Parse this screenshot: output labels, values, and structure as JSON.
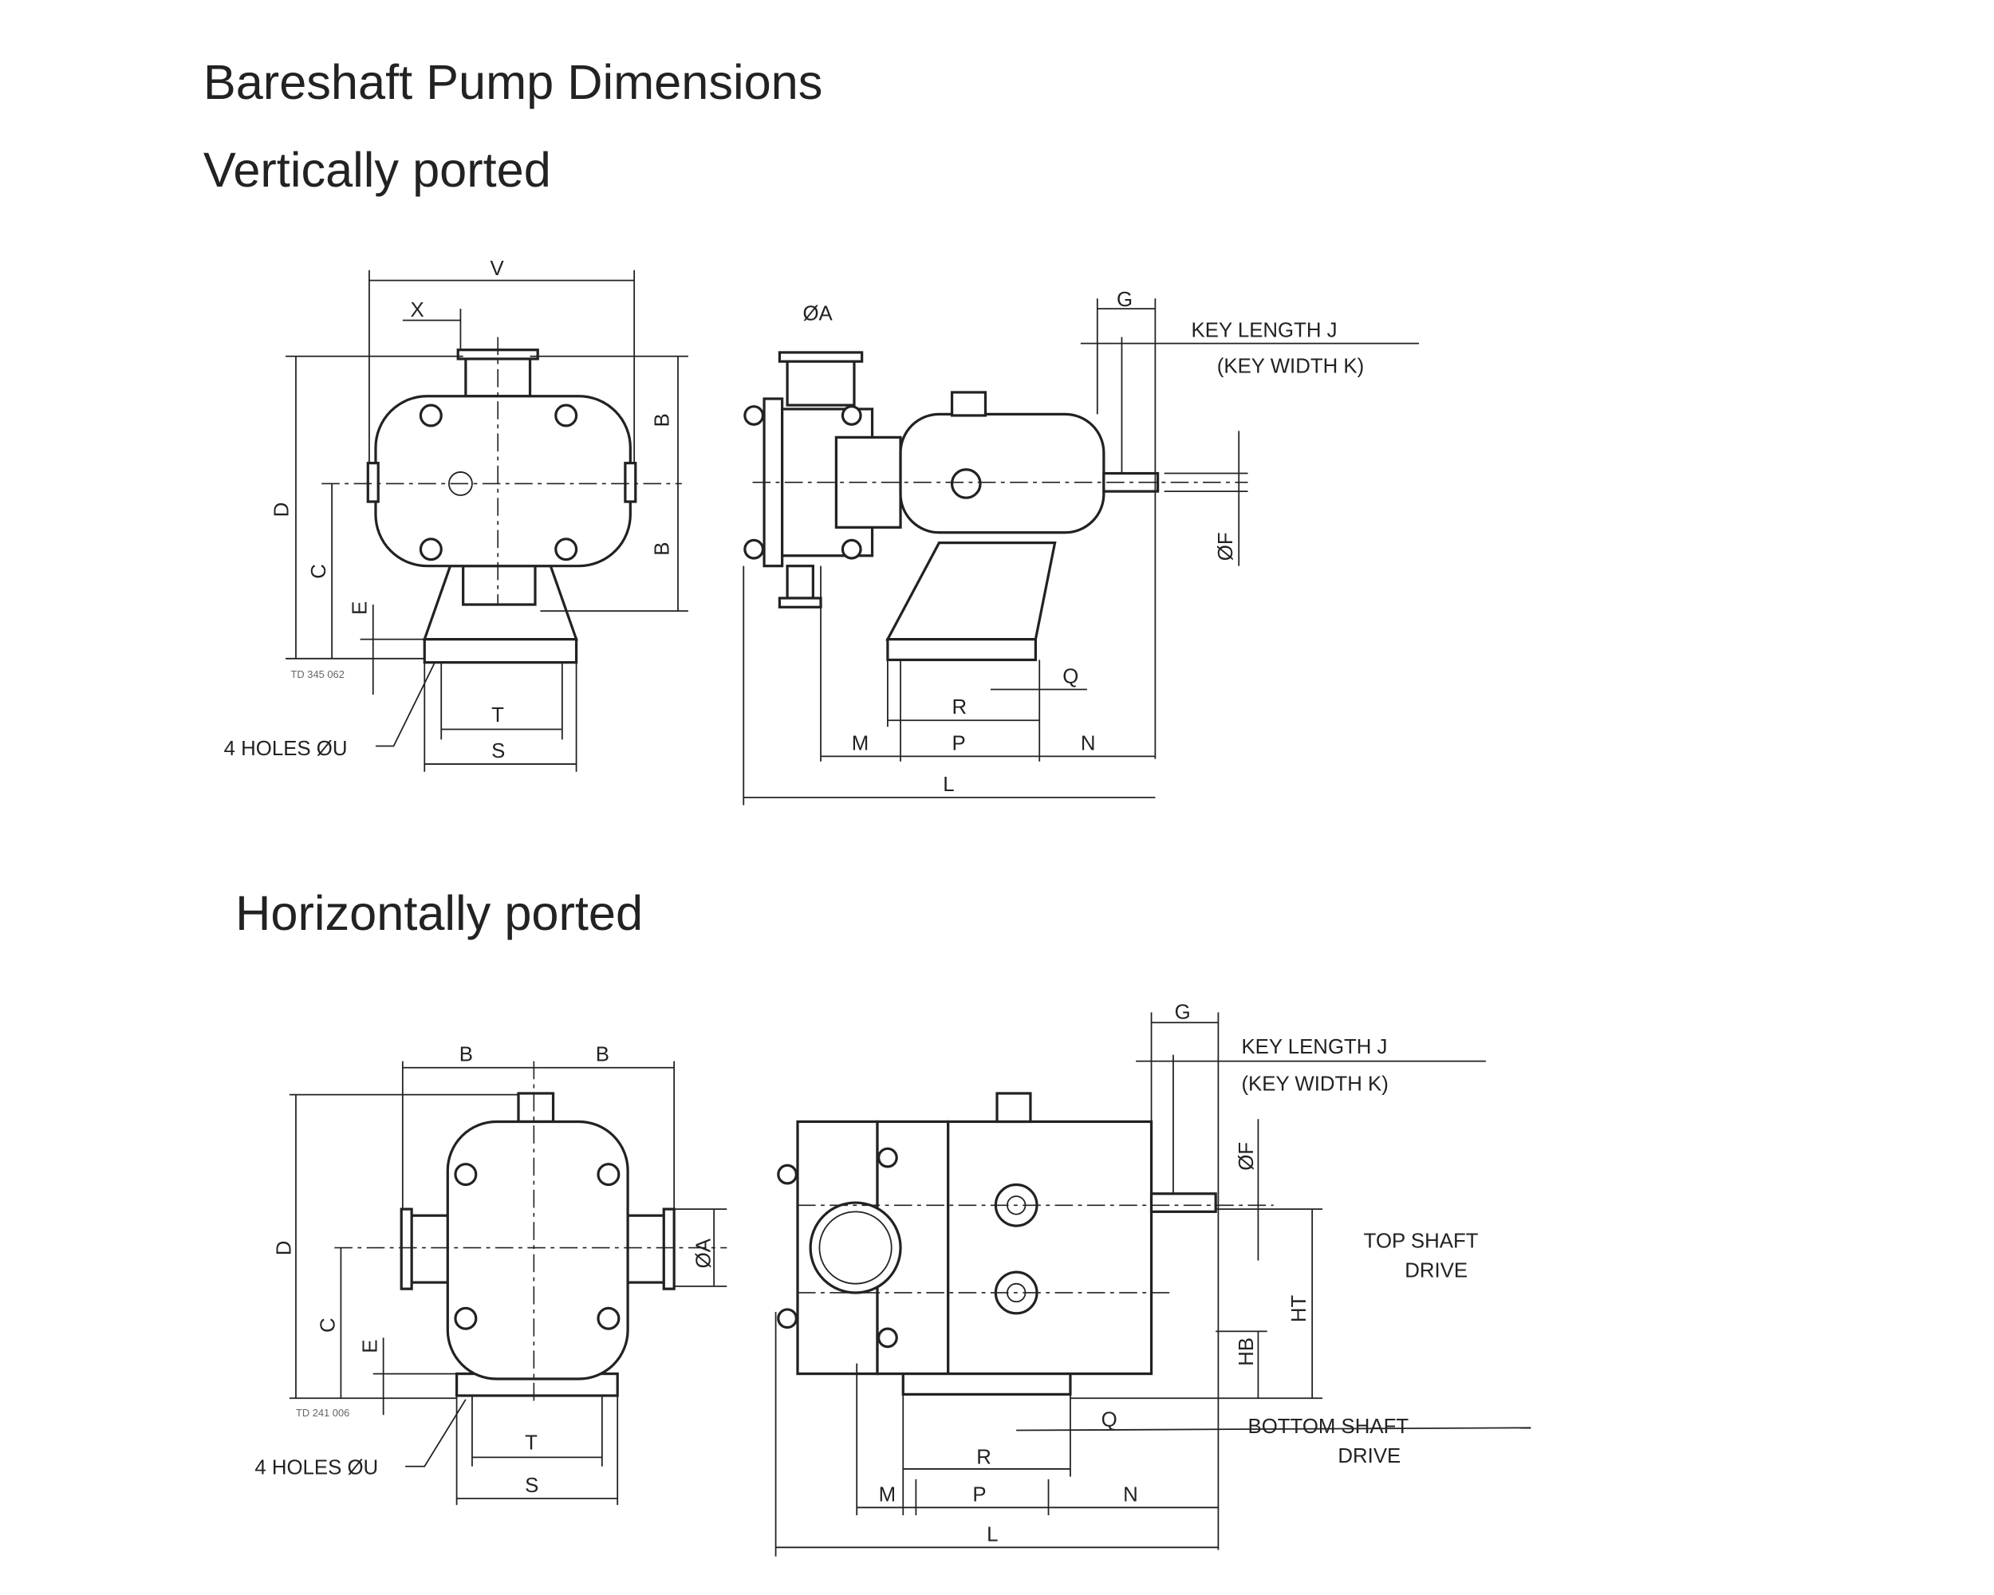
{
  "title": "Bareshaft Pump Dimensions",
  "vertical": {
    "heading": "Vertically ported",
    "labels": {
      "V": "V",
      "X": "X",
      "B1": "B",
      "B2": "B",
      "D": "D",
      "C": "C",
      "E": "E",
      "T": "T",
      "S": "S",
      "holes": "4 HOLES ØU",
      "ref": "TD 345 062",
      "A": "ØA",
      "G": "G",
      "key_length": "KEY LENGTH J",
      "key_width": "(KEY WIDTH K)",
      "F": "ØF",
      "Q": "Q",
      "R": "R",
      "M": "M",
      "P": "P",
      "N": "N",
      "L": "L"
    }
  },
  "horizontal": {
    "heading": "Horizontally ported",
    "labels": {
      "B1": "B",
      "B2": "B",
      "D": "D",
      "C": "C",
      "E": "E",
      "A": "ØA",
      "T": "T",
      "S": "S",
      "holes": "4 HOLES ØU",
      "ref": "TD 241 006",
      "G": "G",
      "key_length": "KEY LENGTH J",
      "key_width": "(KEY WIDTH K)",
      "F": "ØF",
      "HT": "HT",
      "HB": "HB",
      "top1": "TOP SHAFT",
      "top2": "DRIVE",
      "bot1": "BOTTOM SHAFT",
      "bot2": "DRIVE",
      "Q": "Q",
      "R": "R",
      "M": "M",
      "P": "P",
      "N": "N",
      "L": "L"
    }
  }
}
